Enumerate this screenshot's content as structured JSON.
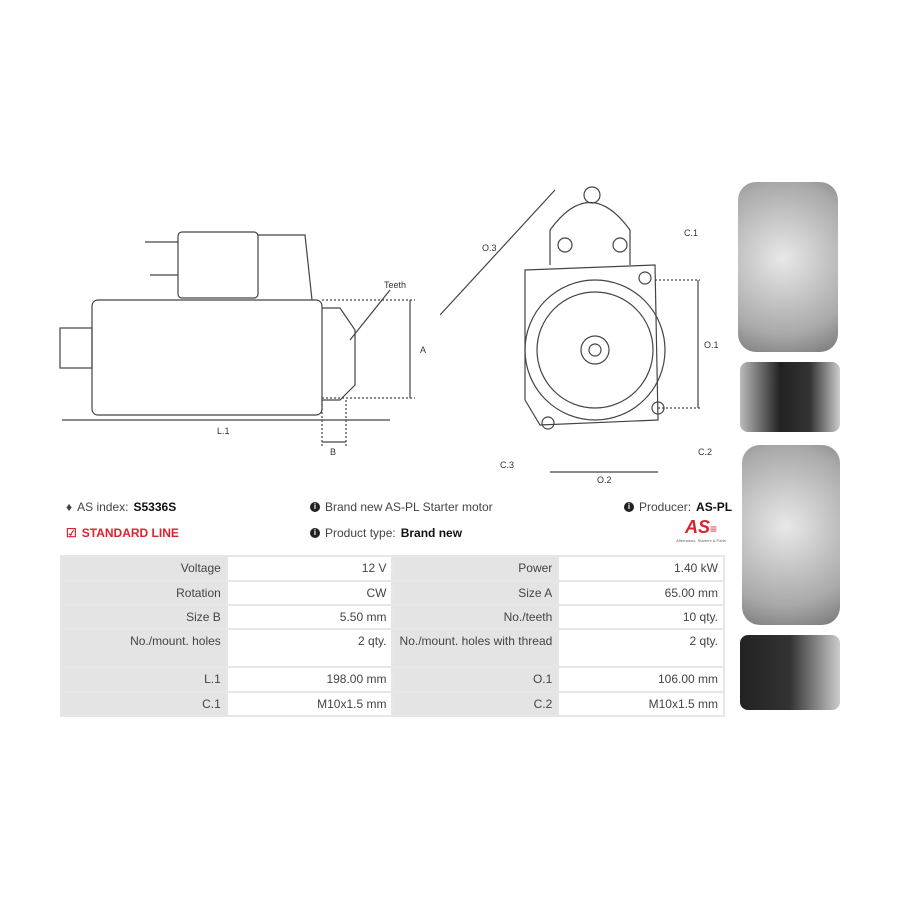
{
  "drawing": {
    "side_labels": {
      "teeth": "Teeth",
      "a": "A",
      "b": "B",
      "l1": "L.1"
    },
    "front_labels": {
      "o3": "O.3",
      "c1": "C.1",
      "o1": "O.1",
      "c2": "C.2",
      "c3": "C.3",
      "o2": "O.2"
    }
  },
  "info": {
    "as_index_label": "AS index:",
    "as_index_value": "S5336S",
    "standard_line": "STANDARD LINE",
    "description": "Brand new AS-PL Starter motor",
    "product_type_label": "Product type:",
    "product_type_value": "Brand new",
    "producer_label": "Producer:",
    "producer_value": "AS-PL",
    "logo_text": "AS",
    "logo_tagline": "Alternators, Starters & Parts"
  },
  "specs": [
    [
      "Voltage",
      "12 V",
      "Power",
      "1.40 kW"
    ],
    [
      "Rotation",
      "CW",
      "Size A",
      "65.00 mm"
    ],
    [
      "Size B",
      "5.50 mm",
      "No./teeth",
      "10 qty."
    ],
    [
      "No./mount. holes",
      "2 qty.",
      "No./mount. holes with thread",
      "2 qty."
    ],
    [
      "L.1",
      "198.00 mm",
      "O.1",
      "106.00 mm"
    ],
    [
      "C.1",
      "M10x1.5 mm",
      "C.2",
      "M10x1.5 mm"
    ]
  ],
  "colors": {
    "accent": "#d9232d",
    "label_bg": "#e4e4e4"
  }
}
